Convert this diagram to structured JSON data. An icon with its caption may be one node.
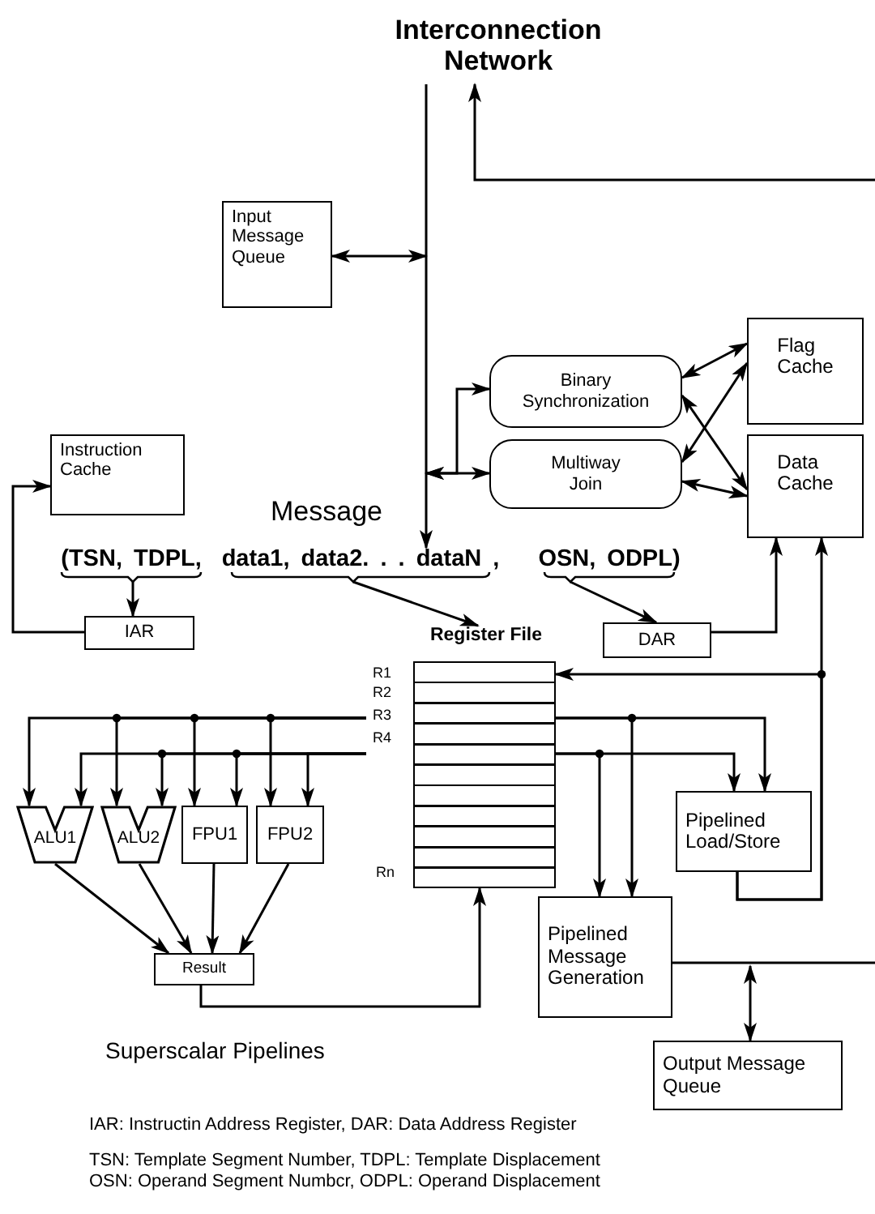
{
  "diagram": {
    "nodes": [
      {
        "text": [
          "Interconnection Network"
        ]
      },
      {
        "text": [
          "Input Message Queue"
        ]
      },
      {
        "text": [
          "Binary Synchronization"
        ]
      },
      {
        "text": [
          "Multiway Join"
        ]
      },
      {
        "text": [
          "Flag Cache"
        ]
      },
      {
        "text": [
          "Data Cache"
        ]
      },
      {
        "text": [
          "Instruction Cache"
        ]
      },
      {
        "text": [
          "(TSN, TDPL,"
        ]
      },
      {
        "text": [
          "data1, data2. . . dataN ,"
        ]
      },
      {
        "text": [
          "OSN, ODPL)"
        ]
      },
      {
        "text": [
          "IAR"
        ]
      },
      {
        "text": [
          "DAR"
        ]
      },
      {
        "text": [
          "Register File"
        ]
      },
      {
        "text": [
          "ALU1"
        ]
      },
      {
        "text": [
          "ALU2"
        ]
      },
      {
        "text": [
          "FPU1"
        ]
      },
      {
        "text": [
          "FPU2"
        ]
      },
      {
        "text": [
          "Pipelined Load/Store"
        ]
      },
      {
        "text": [
          "Pipelined Message Generation"
        ]
      },
      {
        "text": [
          "Result"
        ]
      },
      {
        "text": [
          "Output Message Queue"
        ]
      }
    ],
    "edges": [
      {
        "from": 0,
        "to": 8,
        "arrow": "to"
      },
      {
        "from": 1,
        "to": null,
        "arrow": "both"
      },
      {
        "from": null,
        "to": 2,
        "arrow": "both"
      },
      {
        "from": null,
        "to": 3,
        "arrow": "both"
      },
      {
        "from": 2,
        "to": 4,
        "arrow": "both"
      },
      {
        "from": 2,
        "to": 5,
        "arrow": "both"
      },
      {
        "from": 3,
        "to": 4,
        "arrow": "both"
      },
      {
        "from": 3,
        "to": 5,
        "arrow": "both"
      },
      {
        "from": 7,
        "to": 10,
        "arrow": "to"
      },
      {
        "from": 10,
        "to": 6,
        "arrow": "to"
      },
      {
        "from": 8,
        "to": 12,
        "arrow": "to"
      },
      {
        "from": 9,
        "to": 11,
        "arrow": "to"
      },
      {
        "from": 11,
        "to": 5,
        "arrow": "to"
      },
      {
        "from": 17,
        "to": 5,
        "arrow": "to"
      },
      {
        "from": 17,
        "to": 12,
        "arrow": "to"
      },
      {
        "from": 12,
        "to": 13,
        "arrow": "to"
      },
      {
        "from": 12,
        "to": 13,
        "arrow": "to"
      },
      {
        "from": 12,
        "to": 14,
        "arrow": "to"
      },
      {
        "from": 12,
        "to": 14,
        "arrow": "to"
      },
      {
        "from": 12,
        "to": 15,
        "arrow": "to"
      },
      {
        "from": 12,
        "to": 15,
        "arrow": "to"
      },
      {
        "from": 12,
        "to": 16,
        "arrow": "to"
      },
      {
        "from": 12,
        "to": 16,
        "arrow": "to"
      },
      {
        "from": 12,
        "to": 17,
        "arrow": "to"
      },
      {
        "from": 12,
        "to": 17,
        "arrow": "to"
      },
      {
        "from": 12,
        "to": 18,
        "arrow": "to"
      },
      {
        "from": 12,
        "to": 18,
        "arrow": "to"
      },
      {
        "from": 13,
        "to": 19,
        "arrow": "to"
      },
      {
        "from": 14,
        "to": 19,
        "arrow": "to"
      },
      {
        "from": 15,
        "to": 19,
        "arrow": "to"
      },
      {
        "from": 16,
        "to": 19,
        "arrow": "to"
      },
      {
        "from": 19,
        "to": 12,
        "arrow": "to"
      },
      {
        "from": 18,
        "to": null,
        "arrow": "none"
      },
      {
        "from": null,
        "to": 0,
        "arrow": "to"
      },
      {
        "from": null,
        "to": 20,
        "arrow": "both"
      }
    ],
    "labels": [
      "Message",
      "R1",
      "R2",
      "R3",
      "R4",
      "Rn",
      "Superscalar Pipelines",
      "IAR: Instructin Address Register,  DAR: Data Address Register",
      "TSN: Template Segment Number, TDPL: Template Displacement",
      "OSN: Operand Segment Numbcr,  ODPL: Operand Displacement"
    ]
  }
}
